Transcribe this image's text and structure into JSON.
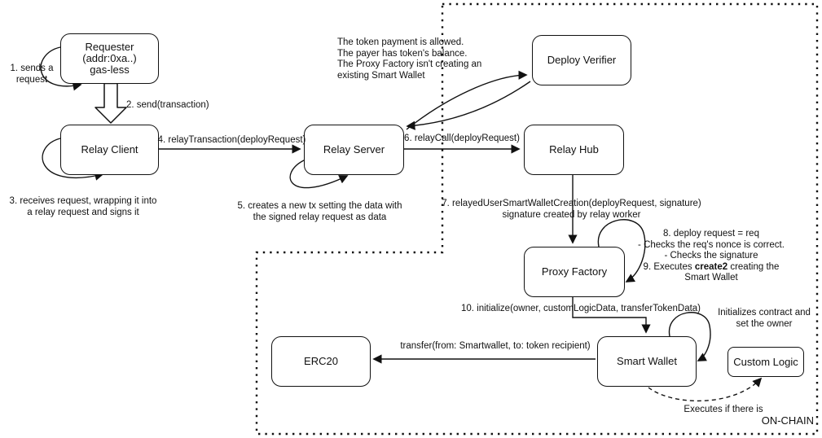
{
  "colors": {
    "ink": "#111111",
    "background": "#ffffff"
  },
  "boundary": {
    "label": "ON-CHAIN"
  },
  "boxes": {
    "requester": "Requester\n(addr:0xa..)\ngas-less",
    "relay_client": "Relay Client",
    "relay_server": "Relay Server",
    "deploy_verifier": "Deploy Verifier",
    "relay_hub": "Relay Hub",
    "proxy_factory": "Proxy Factory",
    "smart_wallet": "Smart Wallet",
    "custom_logic": "Custom Logic",
    "erc20": "ERC20"
  },
  "labels": {
    "step1": "1. sends a\nrequest",
    "step2": "2. send(transaction)",
    "step3": "3. receives request, wrapping it into\na relay request and signs it",
    "step4": "4. relayTransaction(deployRequest)",
    "step5": "5. creates a new tx setting the data with\nthe signed relay request as data",
    "step6": "6. relayCall(deployRequest)",
    "step7": "7. relayedUserSmartWalletCreation(deployRequest, signature)\nsignature created by relay worker",
    "step8_9_pre": "8. deploy request = req\n- Checks the req's nonce is correct.\n- Checks the signature\n9. Executes ",
    "step8_9_bold": "create2",
    "step8_9_post": " creating the\nSmart Wallet",
    "step10": "10. initialize(owner, customLogicData, transferTokenData)",
    "verifier_note": "The token payment is allowed.\nThe payer has token's balance.\nThe Proxy Factory isn't creating an\nexisting Smart Wallet",
    "init_note": "Initializes contract and\nset the owner",
    "transfer": "transfer(from: Smartwallet, to: token recipient)",
    "executes": "Executes if there is"
  }
}
